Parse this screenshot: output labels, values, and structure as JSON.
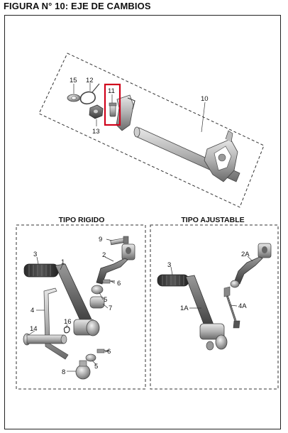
{
  "figure": {
    "title": "FIGURA N° 10: EJE DE CAMBIOS"
  },
  "top_assembly": {
    "labels": {
      "p10": "10",
      "p11": "11",
      "p12": "12",
      "p13": "13",
      "p15": "15"
    },
    "highlight_color": "#d0021b"
  },
  "rigid": {
    "title": "TIPO RIGIDO",
    "labels": {
      "p1": "1",
      "p2": "2",
      "p3": "3",
      "p4": "4",
      "p5a": "5",
      "p5b": "5",
      "p6a": "6",
      "p6b": "6",
      "p7": "7",
      "p8": "8",
      "p9": "9",
      "p14": "14",
      "p16": "16"
    }
  },
  "adjustable": {
    "title": "TIPO AJUSTABLE",
    "labels": {
      "p1a": "1A",
      "p2a": "2A",
      "p3": "3",
      "p4a": "4A"
    }
  }
}
